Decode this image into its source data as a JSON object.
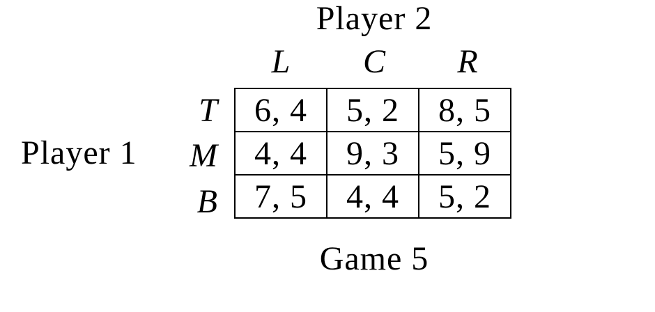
{
  "labels": {
    "player2": "Player 2",
    "player1": "Player 1",
    "caption": "Game 5"
  },
  "matrix": {
    "col_headers": [
      "L",
      "C",
      "R"
    ],
    "row_headers": [
      "T",
      "M",
      "B"
    ],
    "cells": [
      [
        "6, 4",
        "5, 2",
        "8, 5"
      ],
      [
        "4, 4",
        "9, 3",
        "5, 9"
      ],
      [
        "7, 5",
        "4, 4",
        "5, 2"
      ]
    ]
  },
  "colors": {
    "background": "#ffffff",
    "text": "#000000",
    "border": "#000000"
  }
}
